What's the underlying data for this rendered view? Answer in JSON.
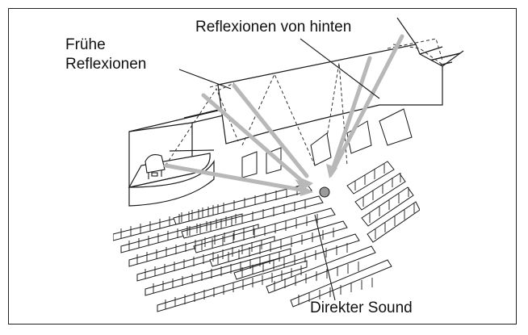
{
  "labels": {
    "back_reflections": "Reflexionen von hinten",
    "early_reflections_line1": "Frühe",
    "early_reflections_line2": "Reflexionen",
    "direct_sound": "Direkter Sound"
  },
  "colors": {
    "line": "#1a1a1a",
    "arrow": "#b8b8b8",
    "listener": "#9a9a9a",
    "background": "#ffffff"
  },
  "icons": {
    "piano": "piano-icon",
    "listener": "listener-marker"
  }
}
